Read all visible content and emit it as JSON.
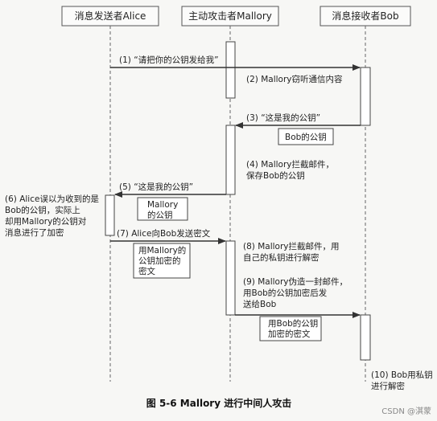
{
  "actors": {
    "alice": "消息发送者Alice",
    "mallory": "主动攻击者Mallory",
    "bob": "消息接收者Bob"
  },
  "messages": {
    "m1": "(1) “请把你的公钥发给我”",
    "m3": "(3) “这是我的公钥”",
    "m5": "(5) “这是我的公钥”",
    "m7": "(7) Alice向Bob发送密文"
  },
  "notes": {
    "n2": [
      "(2) Mallory窃听通信内容"
    ],
    "n4": [
      "(4) Mallory拦截邮件，",
      "保存Bob的公钥"
    ],
    "n6": [
      "(6) Alice误以为收到的是",
      "Bob的公钥，实际上",
      "却用Mallory的公钥对",
      "消息进行了加密"
    ],
    "n8": [
      "(8) Mallory拦截邮件，用",
      "自己的私钥进行解密"
    ],
    "n9": [
      "(9) Mallory伪造一封邮件，",
      "用Bob的公钥加密后发",
      "送给Bob"
    ],
    "n10": [
      "(10) Bob用私钥",
      "进行解密"
    ]
  },
  "payloads": {
    "p_bob_key": [
      "Bob的公钥"
    ],
    "p_mallory_key": [
      "Mallory",
      "的公钥"
    ],
    "p_mallory_cipher": [
      "用Mallory的",
      "公钥加密的",
      "密文"
    ],
    "p_bob_cipher": [
      "用Bob的公钥",
      "加密的密文"
    ]
  },
  "caption": "图 5-6   Mallory 进行中间人攻击",
  "watermark": "CSDN @淇蒙"
}
